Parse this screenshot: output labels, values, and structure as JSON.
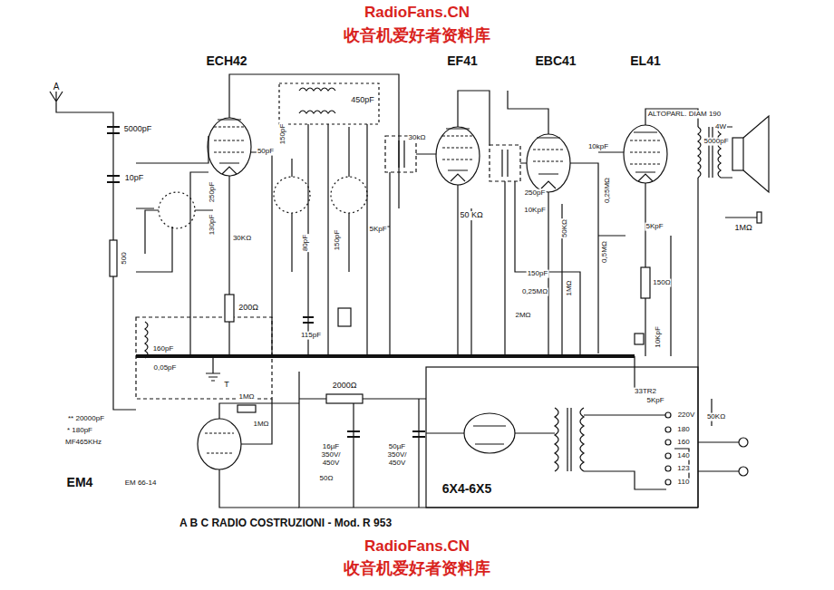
{
  "diagram": {
    "caption": "A B C RADIO COSTRUZIONI - Mod. R 953",
    "labels": [
      "RadioFans.CN",
      "收音机爱好者资料库",
      "A",
      "ECH42",
      "EF41",
      "EBC41",
      "EL41",
      "5000pF",
      "10pF",
      "150pF",
      "450pF",
      "50pF",
      "250pF",
      "130pF",
      "30kΩ",
      "ALTOPARL. DIAM 190",
      "4W",
      "5000pF",
      "10kpF",
      "250pF",
      "50 KΩ",
      "10KpF",
      "0,25MΩ",
      "1MΩ",
      "5KpF",
      "50KΩ",
      "5KpF",
      "150pF",
      "80pF",
      "30KΩ",
      "150pF",
      "0,25MΩ",
      "1MΩ",
      "0,5MΩ",
      "150Ω",
      "2MΩ",
      "200Ω",
      "115pF",
      "500",
      "160pF",
      "0,05pF",
      "T",
      "10KpF",
      "5KpF",
      "50KΩ",
      "2000Ω",
      "33TR2",
      "220V",
      "180",
      "160",
      "140",
      "123",
      "110",
      "** 20000pF",
      "* 180pF",
      "MF465KHz",
      "EM4",
      "1MΩ",
      "1MΩ",
      "16µF 350V/ 450V",
      "50µF 350V/ 450V",
      "50Ω",
      "6X4-6X5",
      "EM 66-14",
      "RadioFans.CN",
      "收音机爱好者资料库"
    ]
  }
}
